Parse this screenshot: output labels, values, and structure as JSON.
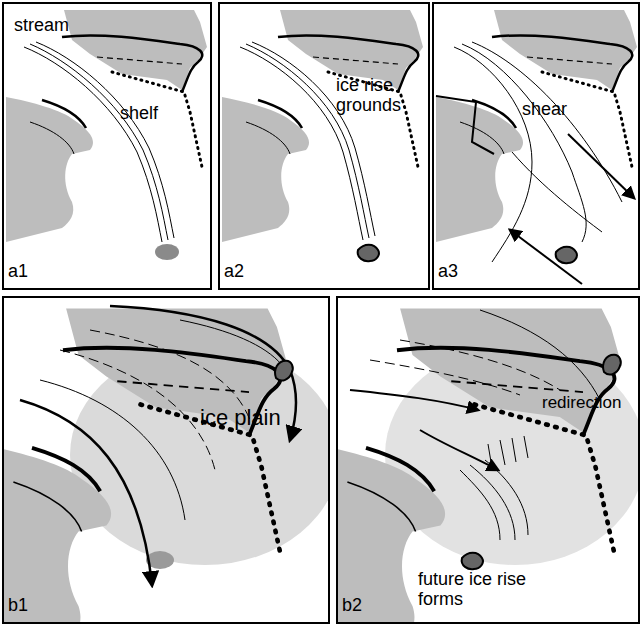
{
  "diagram": {
    "nodes": [
      {
        "text": [
          "stream",
          "shelf",
          "a1"
        ]
      },
      {
        "text": [
          "ice rise grounds",
          "a2"
        ]
      },
      {
        "text": [
          "shear",
          "a3"
        ]
      },
      {
        "text": [
          "ice plain",
          "b1"
        ]
      },
      {
        "text": [
          "redirection",
          "future ice rise forms",
          "b2"
        ]
      }
    ]
  }
}
